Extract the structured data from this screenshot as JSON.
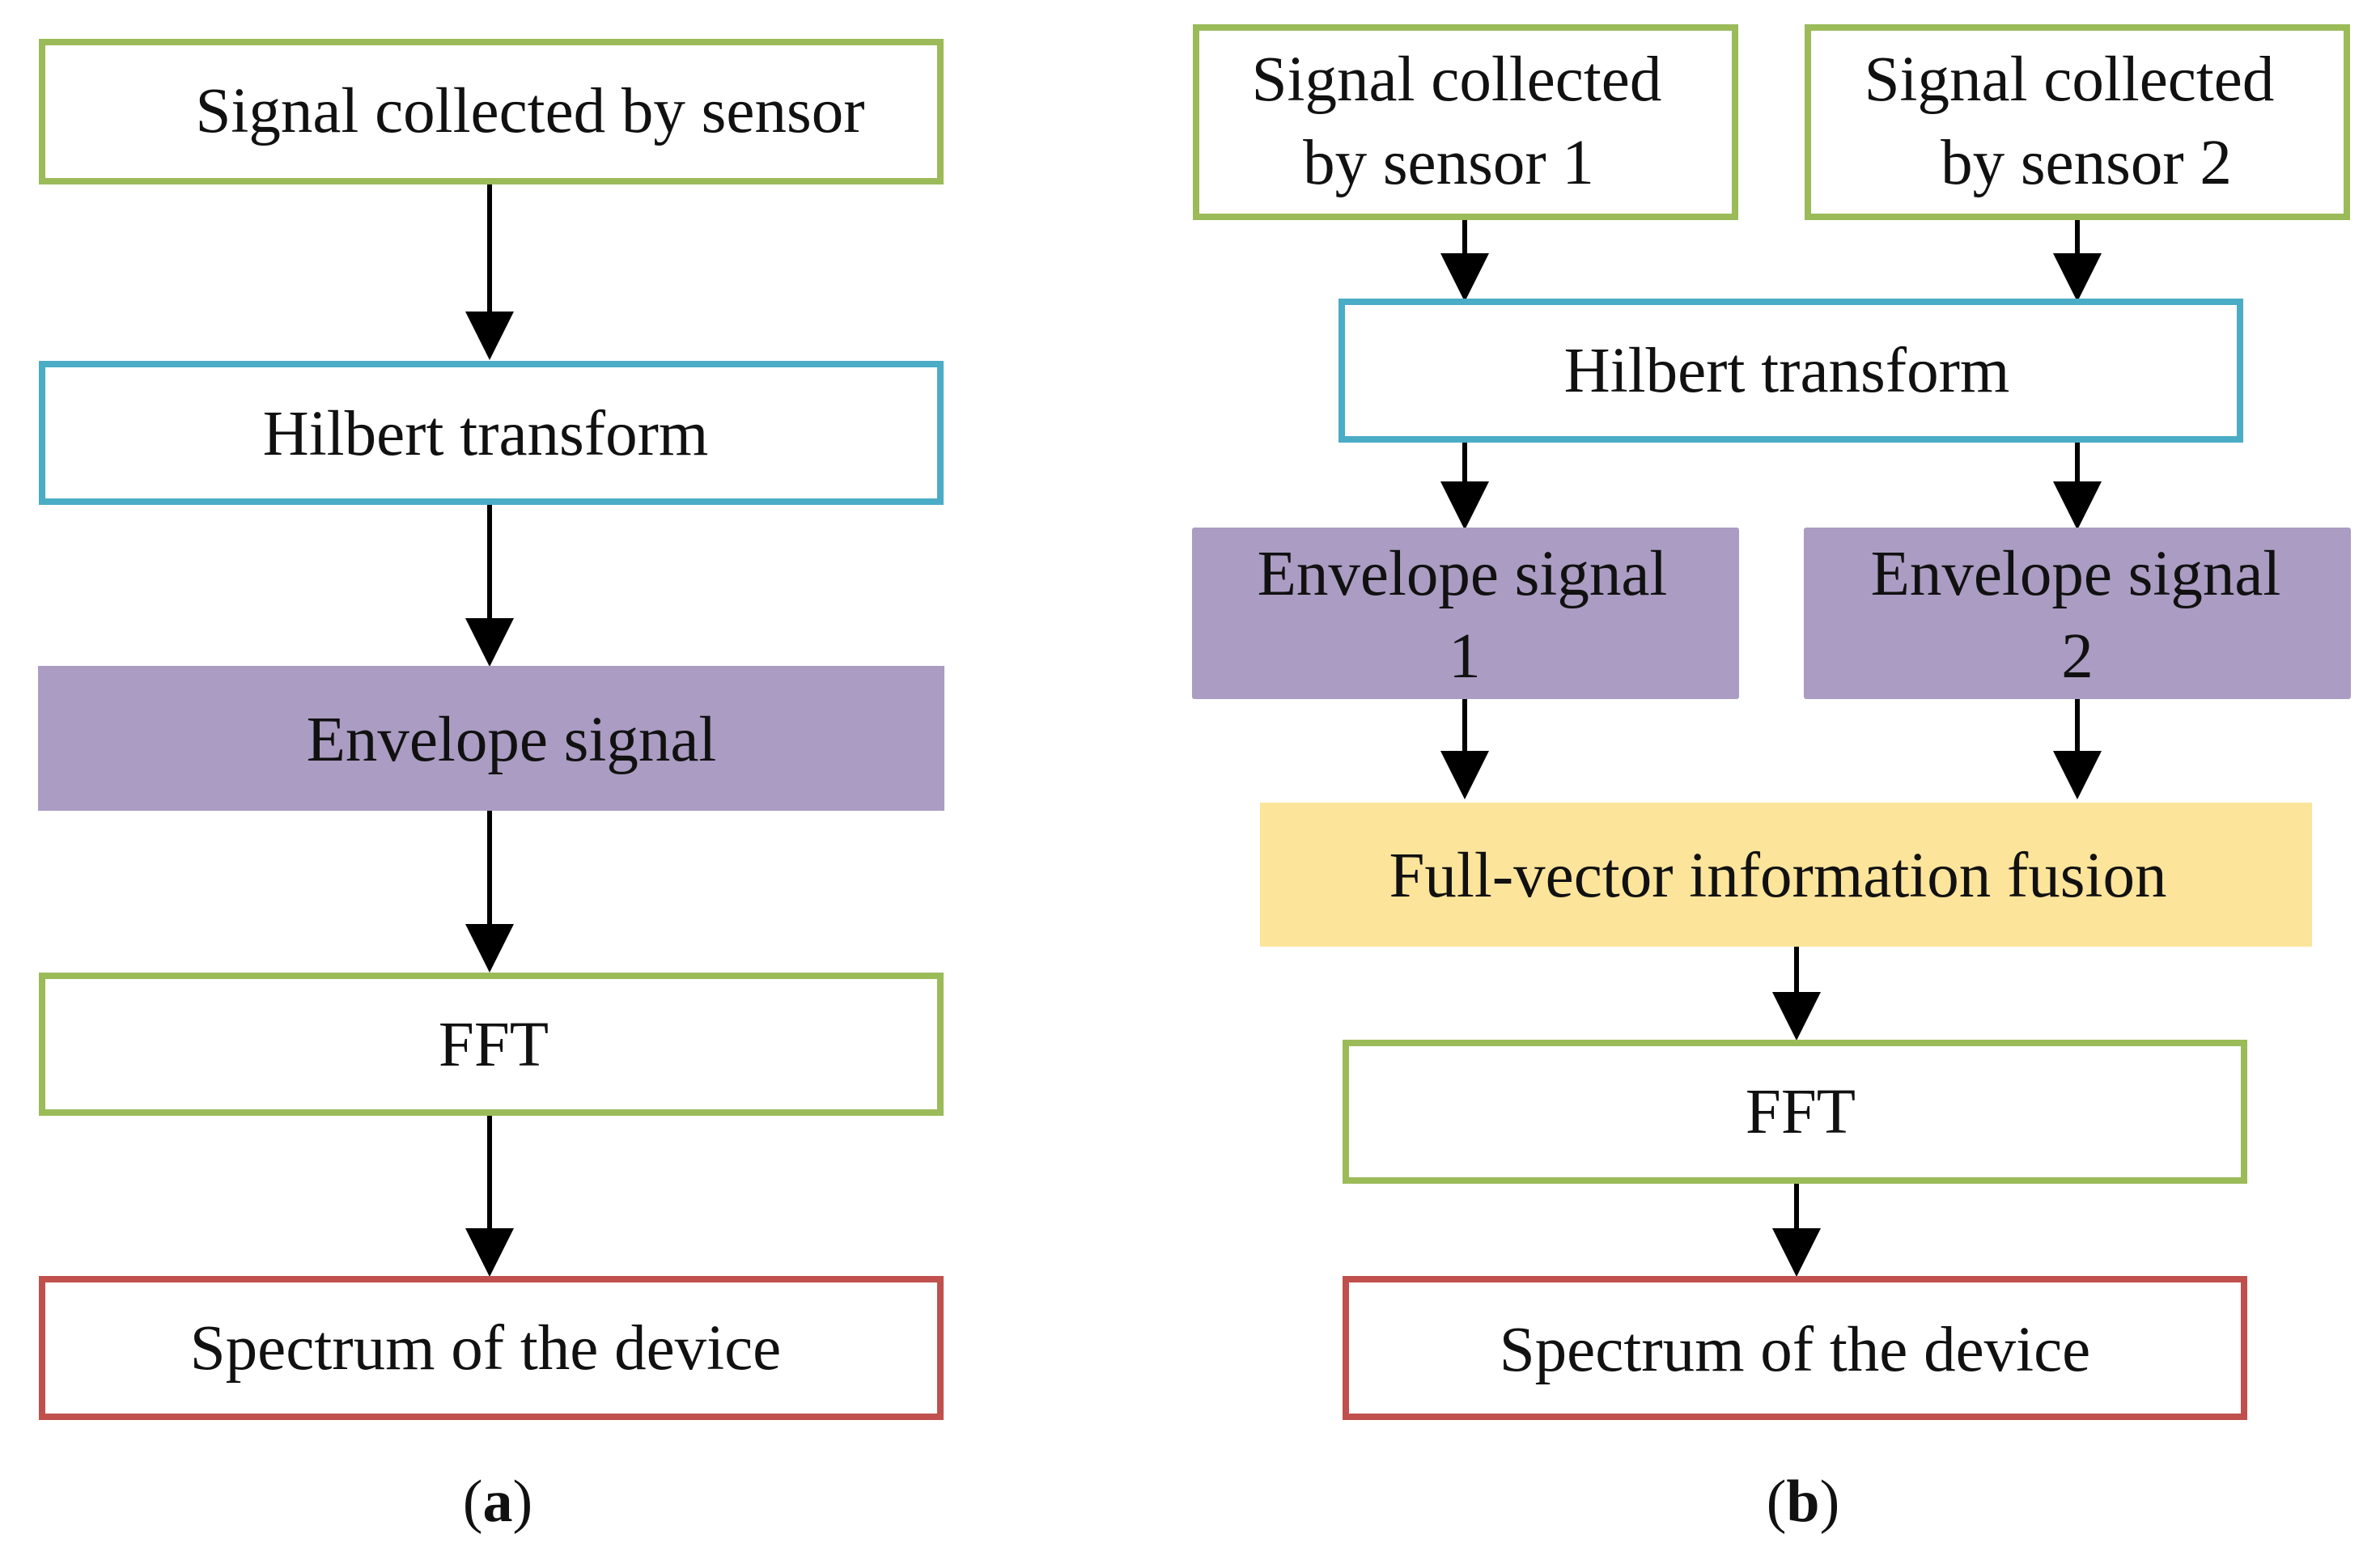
{
  "colors": {
    "green_border": "#9bbb59",
    "blue_border": "#4bacc6",
    "red_border": "#c0504d",
    "purple_fill": "#aa9cc2",
    "yellow_fill": "#fde49b",
    "arrow": "#000000"
  },
  "panel_a": {
    "label_open": "(",
    "label_letter": "a",
    "label_close": ")",
    "nodes": {
      "signal": "Signal collected by sensor",
      "hilbert": "Hilbert transform",
      "envelope": "Envelope signal",
      "fft": "FFT",
      "spectrum": "Spectrum of the device"
    }
  },
  "panel_b": {
    "label_open": "(",
    "label_letter": "b",
    "label_close": ")",
    "nodes": {
      "signal1_line1": "Signal collected",
      "signal1_line2": "by sensor 1",
      "signal2_line1": "Signal collected",
      "signal2_line2": "by sensor 2",
      "hilbert": "Hilbert transform",
      "envelope1_line1": "Envelope signal",
      "envelope1_line2": "1",
      "envelope2_line1": "Envelope signal",
      "envelope2_line2": "2",
      "fusion": "Full-vector information fusion",
      "fft": "FFT",
      "spectrum": "Spectrum of the device"
    }
  }
}
